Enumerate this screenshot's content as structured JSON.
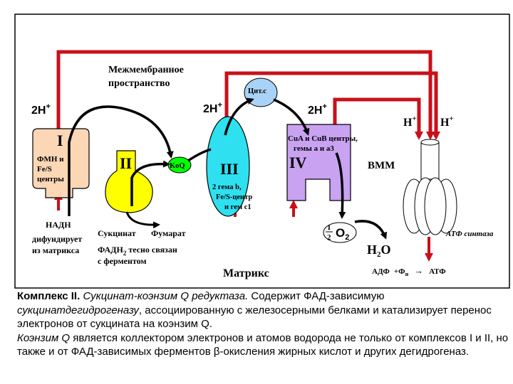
{
  "diagram": {
    "intermembrane_space": [
      "Межмембранное",
      "пространство"
    ],
    "matrix": "Матрикс",
    "proton_pump": "2H",
    "proton_sup": "+",
    "complex_1": {
      "numeral": "I",
      "lines": [
        "ФМН и",
        "Fe/S",
        "центры"
      ]
    },
    "nadh_label": [
      "НАДН",
      "дифундирует",
      "из матрикса"
    ],
    "complex_2": {
      "numeral": "II"
    },
    "succinate": "Сукцинат",
    "fumarate": "Фумарат",
    "fadh_label": [
      "ФАДН",
      "2",
      " тесно связан",
      "с ферментом"
    ],
    "coq": "KoQ",
    "complex_3": {
      "numeral": "III",
      "lines": [
        "2 гема b,",
        "Fe/S-центр",
        "и гем c1"
      ]
    },
    "cytc": "Цит.c",
    "complex_4": {
      "numeral": "IV",
      "lines": [
        "CuA и CuB центры,",
        "гемы a и a3"
      ]
    },
    "half_o2": {
      "num": "1",
      "den": "2",
      "o": "O",
      "sub": "2"
    },
    "water": {
      "h": "H",
      "sub": "2",
      "o": "O"
    },
    "h_plus": {
      "h": "H",
      "sup": "+"
    },
    "vmm": "ВММ",
    "atp_synthase": "АТФ синтаза",
    "atp_reaction": {
      "adp": "АДФ",
      "plus": "+",
      "fn": "Ф",
      "fn_sub": "н",
      "arrow": "→",
      "atp": "АТФ"
    },
    "colors": {
      "red": "#c8101a",
      "complex1": "#fbd7b5",
      "complex2": "#ffff00",
      "complex3": "#2ee0f0",
      "complex4": "#c9a2f2",
      "coq": "#00ff00",
      "cytc": "#a8d3f7"
    }
  },
  "caption": {
    "p1_bold": "Комплекс II.",
    "p1_italic": " Сукцинат-коэнзим Q редуктаза.",
    "p1_text": " Содержит ФАД-зависимую ",
    "p1_italic2": "сукцинатдегидрогеназу",
    "p1_text2": ", ассоциированную с железосерными белками и катализирует перенос электронов от сукцината на коэнзим Q.",
    "p2_italic": "Коэнзим Q",
    "p2_text": " является коллектором электронов и атомов водорода не только от комплексов I и II, но также и от ФАД-зависимых ферментов β-окисления жирных кислот и других дегидрогеназ."
  }
}
